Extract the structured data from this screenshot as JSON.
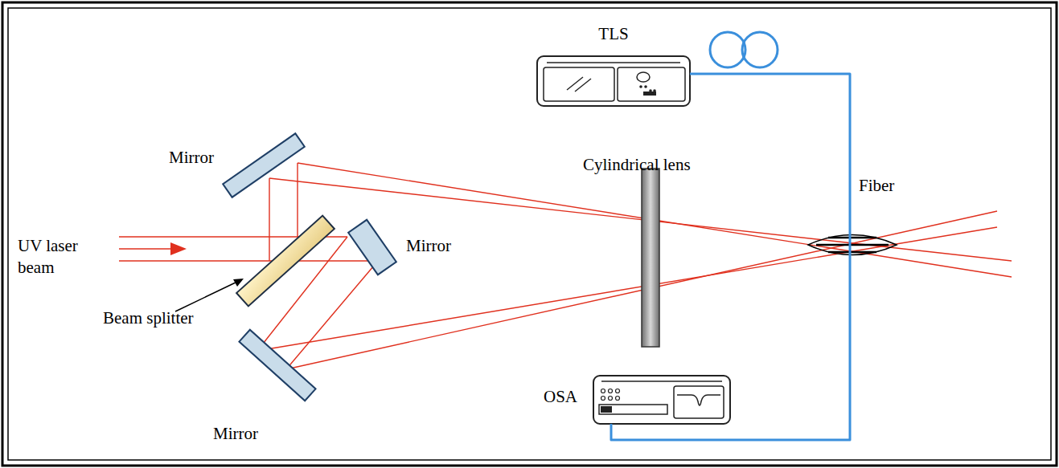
{
  "diagram": {
    "nodes": [
      {
        "text": [
          "TLS"
        ]
      },
      {
        "text": [
          "OSA"
        ]
      }
    ],
    "edges": [
      {
        "from": 0,
        "to": 1,
        "arrow": "none",
        "label": "Fiber"
      }
    ],
    "labels": [
      "Mirror",
      "Cylindrical lens",
      "UV laser beam",
      "Mirror",
      "Beam splitter",
      "Mirror"
    ]
  }
}
